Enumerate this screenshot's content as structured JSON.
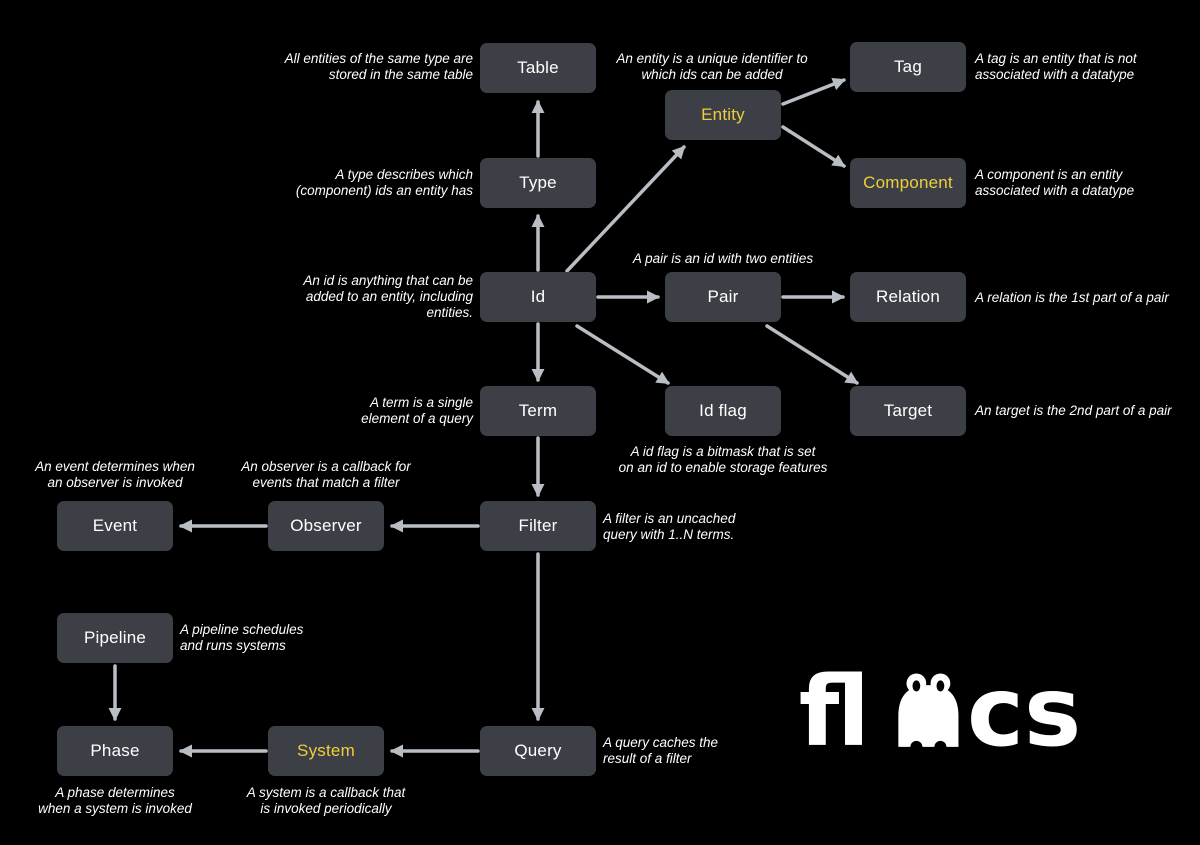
{
  "diagram": {
    "nodes": [
      {
        "id": "table",
        "label": "Table",
        "accent": false
      },
      {
        "id": "entity",
        "label": "Entity",
        "accent": true
      },
      {
        "id": "tag",
        "label": "Tag",
        "accent": false
      },
      {
        "id": "component",
        "label": "Component",
        "accent": true
      },
      {
        "id": "type",
        "label": "Type",
        "accent": false
      },
      {
        "id": "id",
        "label": "Id",
        "accent": false
      },
      {
        "id": "pair",
        "label": "Pair",
        "accent": false
      },
      {
        "id": "relation",
        "label": "Relation",
        "accent": false
      },
      {
        "id": "term",
        "label": "Term",
        "accent": false
      },
      {
        "id": "id_flag",
        "label": "Id flag",
        "accent": false
      },
      {
        "id": "target",
        "label": "Target",
        "accent": false
      },
      {
        "id": "filter",
        "label": "Filter",
        "accent": false
      },
      {
        "id": "observer",
        "label": "Observer",
        "accent": false
      },
      {
        "id": "event",
        "label": "Event",
        "accent": false
      },
      {
        "id": "pipeline",
        "label": "Pipeline",
        "accent": false
      },
      {
        "id": "phase",
        "label": "Phase",
        "accent": false
      },
      {
        "id": "system",
        "label": "System",
        "accent": true
      },
      {
        "id": "query",
        "label": "Query",
        "accent": false
      }
    ],
    "annotations": [
      {
        "for": "table",
        "text": "All entities of the same type are\nstored in the same table"
      },
      {
        "for": "entity",
        "text": "An entity is a unique identifier to\nwhich ids can be added"
      },
      {
        "for": "tag",
        "text": "A tag is an entity that is not\nassociated with a datatype"
      },
      {
        "for": "component",
        "text": "A component is an entity\nassociated with a datatype"
      },
      {
        "for": "type",
        "text": "A type describes which\n(component) ids an entity has"
      },
      {
        "for": "id",
        "text": "An id is anything that can be\nadded to an entity, including\nentities."
      },
      {
        "for": "pair",
        "text": "A pair is an id with two entities"
      },
      {
        "for": "relation",
        "text": "A relation is the 1st part of a pair"
      },
      {
        "for": "term",
        "text": "A term is a single\nelement of a query"
      },
      {
        "for": "id_flag",
        "text": "A id flag is a bitmask that is set\non an id to enable storage features"
      },
      {
        "for": "target",
        "text": "An target is the 2nd part of a pair"
      },
      {
        "for": "filter",
        "text": "A filter is an uncached\nquery with 1..N terms."
      },
      {
        "for": "observer",
        "text": "An observer is a callback for\nevents that match a filter"
      },
      {
        "for": "event",
        "text": "An event determines when\nan observer is invoked"
      },
      {
        "for": "pipeline",
        "text": "A pipeline schedules\nand runs systems"
      },
      {
        "for": "phase",
        "text": "A phase determines\nwhen a system is invoked"
      },
      {
        "for": "system",
        "text": "A system is a callback that\nis invoked periodically"
      },
      {
        "for": "query",
        "text": "A query caches the\nresult of a filter"
      }
    ],
    "edges": [
      {
        "from": "Type",
        "to": "Table"
      },
      {
        "from": "Id",
        "to": "Type"
      },
      {
        "from": "Id",
        "to": "Entity"
      },
      {
        "from": "Entity",
        "to": "Tag"
      },
      {
        "from": "Entity",
        "to": "Component"
      },
      {
        "from": "Id",
        "to": "Pair"
      },
      {
        "from": "Pair",
        "to": "Relation"
      },
      {
        "from": "Pair",
        "to": "Target"
      },
      {
        "from": "Id",
        "to": "Id flag"
      },
      {
        "from": "Id",
        "to": "Term"
      },
      {
        "from": "Term",
        "to": "Filter"
      },
      {
        "from": "Filter",
        "to": "Observer"
      },
      {
        "from": "Observer",
        "to": "Event"
      },
      {
        "from": "Filter",
        "to": "Query"
      },
      {
        "from": "Query",
        "to": "System"
      },
      {
        "from": "System",
        "to": "Phase"
      },
      {
        "from": "Pipeline",
        "to": "Phase"
      }
    ],
    "colors": {
      "background": "#000000",
      "node_bg": "#3c3f45",
      "node_text": "#ffffff",
      "accent_text": "#f0cd3c",
      "arrow": "#b9bdc4"
    }
  },
  "logo": {
    "word": "flecs",
    "left": "fl",
    "right": "cs"
  }
}
